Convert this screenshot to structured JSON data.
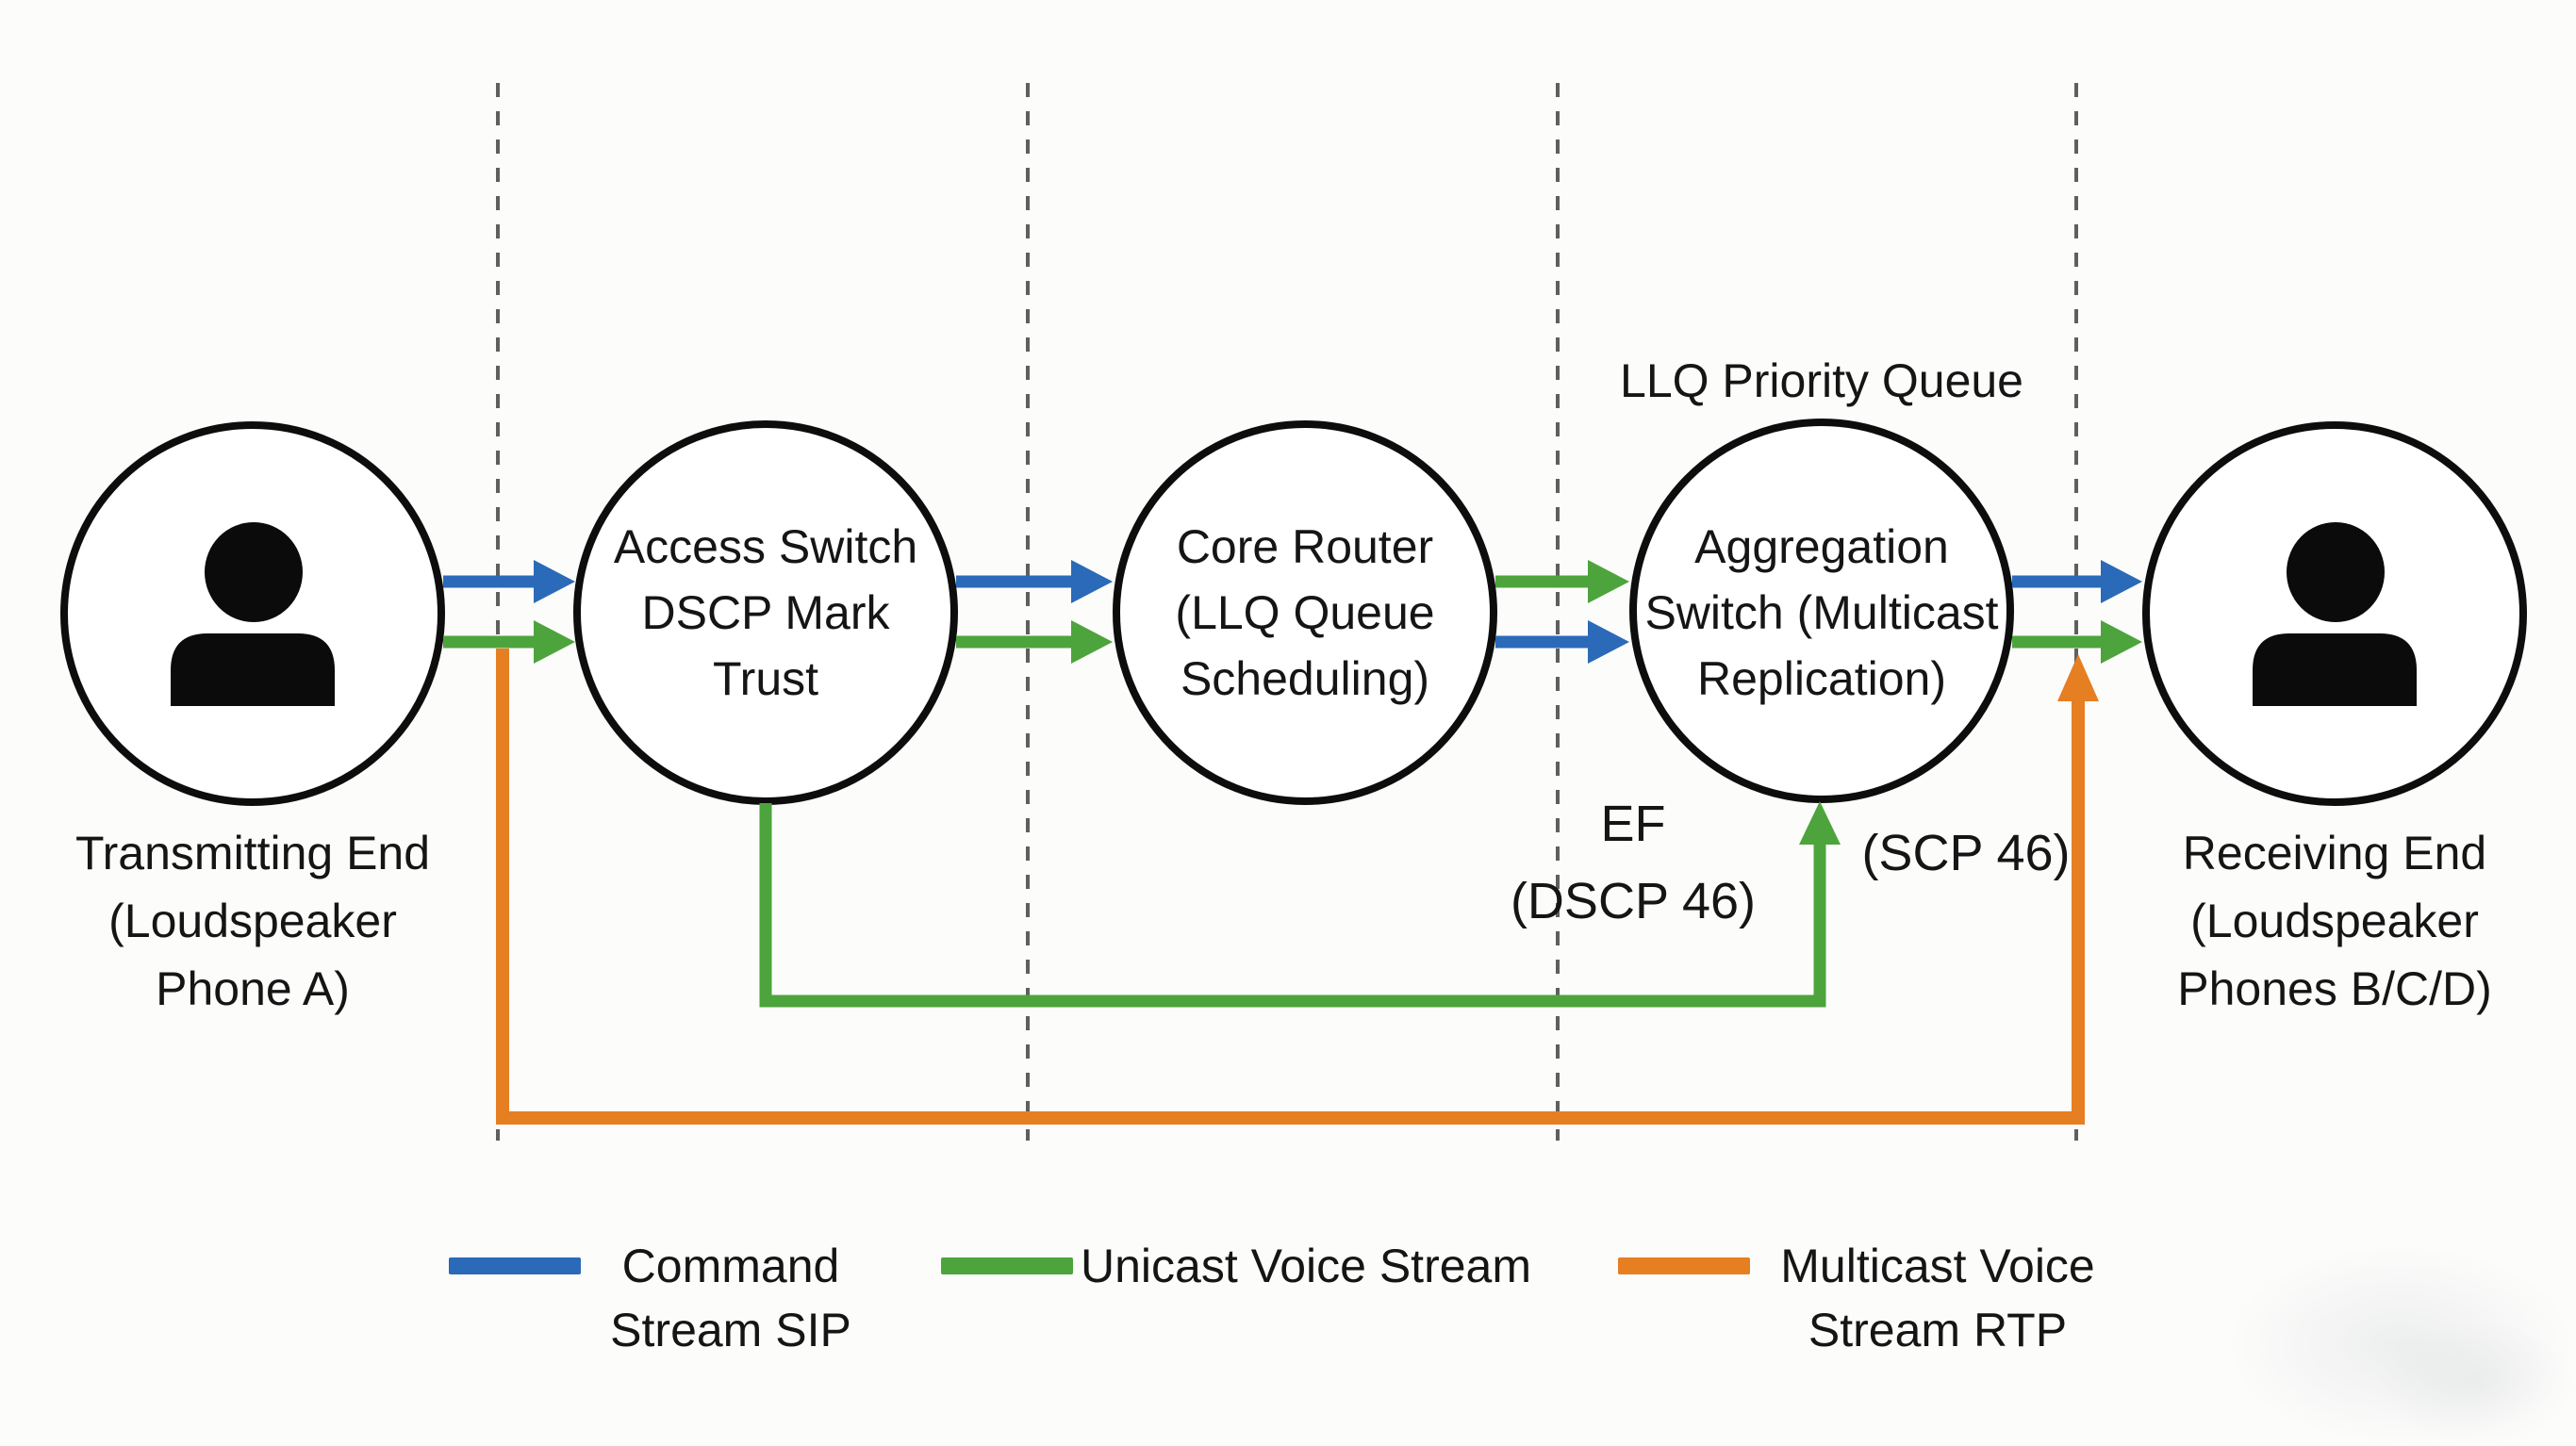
{
  "nodes": {
    "transmitting": {
      "label": [
        "Transmitting End",
        "(Loudspeaker",
        "Phone A)"
      ]
    },
    "access": {
      "label": [
        "Access Switch",
        "DSCP Mark",
        "Trust"
      ]
    },
    "core": {
      "label": [
        "Core Router",
        "(LLQ Queue",
        "Scheduling)"
      ]
    },
    "aggregation": {
      "label": [
        "Aggregation",
        "Switch (Multicast",
        "Replication)"
      ]
    },
    "receiving": {
      "label": [
        "Receiving End",
        "(Loudspeaker",
        "Phones B/C/D)"
      ]
    }
  },
  "annotations": {
    "llq_priority_queue": "LLQ Priority Queue",
    "ef": "EF",
    "dscp_46": "(DSCP 46)",
    "scp_46": "(SCP 46)"
  },
  "legend": {
    "command": {
      "lines": [
        "Command",
        "Stream SIP"
      ]
    },
    "unicast": {
      "lines": [
        "Unicast Voice Stream"
      ]
    },
    "multicast": {
      "lines": [
        "Multicast Voice",
        "Stream RTP"
      ]
    }
  },
  "colors": {
    "command_stream": "#2a6ab8",
    "unicast_stream": "#4da43c",
    "multicast_stream": "#e67e22",
    "divider": "#5f5f5f",
    "node_outline": "#0d0d0d",
    "icon": "#0b0b0b"
  }
}
